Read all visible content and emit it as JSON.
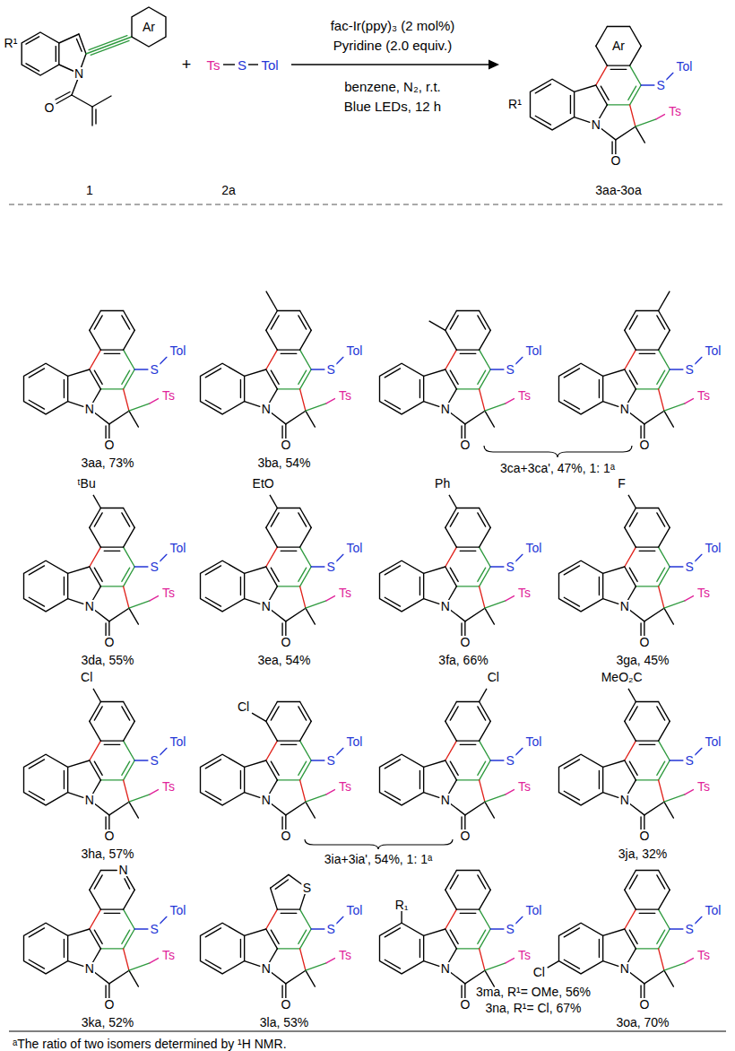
{
  "diagram": {
    "caption": "ᵃThe ratio of two isomers determined by ¹H NMR.",
    "labels": [
      "R¹",
      "N",
      "O",
      "Ar",
      "+",
      "Ts",
      "S",
      "Tol",
      "fac-Ir(ppy)₃ (2 mol%)",
      "Pyridine (2.0 equiv.)",
      "benzene, N₂, r.t.",
      "Blue LEDs, 12 h",
      "N",
      "O",
      "S",
      "Tol",
      "Ts",
      "Ar",
      "R¹",
      "1",
      "2a",
      "3aa-3oa",
      "N",
      "O",
      "S",
      "Tol",
      "Ts",
      "3aa, 73%",
      "N",
      "O",
      "S",
      "Tol",
      "Ts",
      "3ba, 54%",
      "N",
      "O",
      "S",
      "Tol",
      "Ts",
      "N",
      "O",
      "S",
      "Tol",
      "Ts",
      "3ca+3ca', 47%, 1: 1ᵃ",
      "N",
      "O",
      "S",
      "Tol",
      "Ts",
      "ᵗBu",
      "3da, 55%",
      "N",
      "O",
      "S",
      "Tol",
      "Ts",
      "EtO",
      "3ea, 54%",
      "N",
      "O",
      "S",
      "Tol",
      "Ts",
      "Ph",
      "3fa, 66%",
      "N",
      "O",
      "S",
      "Tol",
      "Ts",
      "F",
      "3ga, 45%",
      "N",
      "O",
      "S",
      "Tol",
      "Ts",
      "Cl",
      "3ha, 57%",
      "N",
      "O",
      "S",
      "Tol",
      "Ts",
      "Cl",
      "N",
      "O",
      "S",
      "Tol",
      "Ts",
      "Cl",
      "3ia+3ia', 54%, 1: 1ᵃ",
      "N",
      "O",
      "S",
      "Tol",
      "Ts",
      "MeO₂C",
      "3ja, 32%",
      "N",
      "O",
      "S",
      "Tol",
      "Ts",
      "N",
      "3ka, 52%",
      "N",
      "O",
      "S",
      "Tol",
      "Ts",
      "S",
      "3la, 53%",
      "N",
      "O",
      "S",
      "Tol",
      "Ts",
      "R₁",
      "3ma, R¹= OMe, 56%",
      "3na, R¹= Cl, 67%",
      "N",
      "O",
      "S",
      "Tol",
      "Ts",
      "Cl",
      "3oa, 70%"
    ]
  }
}
